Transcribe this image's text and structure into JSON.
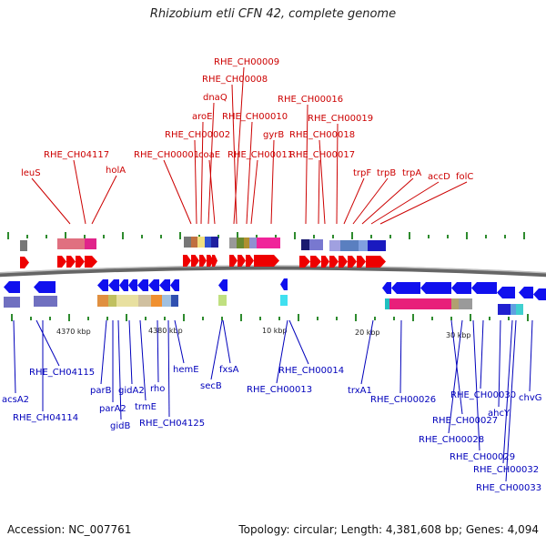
{
  "title": "Rhizobium etli CFN 42, complete genome",
  "footer": {
    "accession": "Accession: NC_007761",
    "summary": "Topology: circular; Length: 4,381,608 bp; Genes: 4,094"
  },
  "colors": {
    "top_label": "#cc0000",
    "bottom_label": "#0000bb",
    "backbone": "#8a8a8a"
  },
  "scale_labels": [
    "4370 kbp",
    "4380 kbp",
    "10 kbp",
    "20 kbp",
    "30 kbp"
  ],
  "top_genes": [
    "leuS",
    "RHE_CH04117",
    "holA",
    "RHE_CH00001",
    "RHE_CH00002",
    "aroE",
    "dnaQ",
    "coaE",
    "RHE_CH00008",
    "RHE_CH00009",
    "RHE_CH00010",
    "RHE_CH00011",
    "gyrB",
    "RHE_CH00016",
    "RHE_CH00019",
    "RHE_CH00018",
    "RHE_CH00017",
    "trpF",
    "trpB",
    "trpA",
    "accD",
    "folC"
  ],
  "bottom_genes": [
    "acsA2",
    "RHE_CH04114",
    "RHE_CH04115",
    "parB",
    "parA2",
    "gidB",
    "gidA2",
    "trmE",
    "rho",
    "RHE_CH04125",
    "hemE",
    "secB",
    "fxsA",
    "RHE_CH00013",
    "RHE_CH00014",
    "trxA1",
    "RHE_CH00026",
    "RHE_CH00027",
    "RHE_CH00028",
    "RHE_CH00029",
    "RHE_CH00030",
    "RHE_CH00032",
    "RHE_CH00033",
    "ahcY",
    "chvG"
  ]
}
